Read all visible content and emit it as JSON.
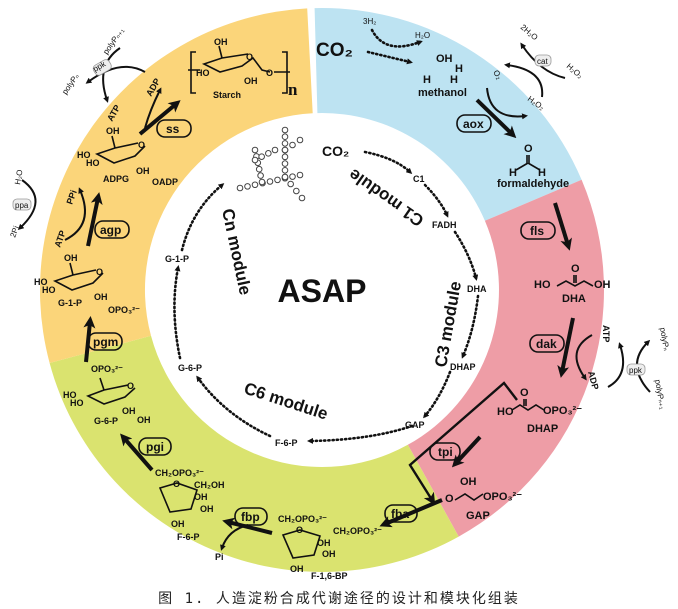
{
  "colors": {
    "c1": "#bde3f2",
    "c3": "#ee9da6",
    "c6": "#dae36f",
    "cn": "#fbd57a",
    "co2": "#e01010"
  },
  "center_title": "ASAP",
  "modules": {
    "c1": "C1 module",
    "c3": "C3 module",
    "c6": "C6 module",
    "cn": "Cn module"
  },
  "inner": {
    "co2": "CO₂",
    "c1": "C1",
    "fadh": "FADH",
    "dha": "DHA",
    "dhap": "DHAP",
    "gap": "GAP",
    "f6p": "F-6-P",
    "g6p": "G-6-P",
    "g1p": "G-1-P"
  },
  "c1_band": {
    "co2": "CO₂",
    "h2": "3H₂",
    "h2o": "H₂O",
    "methanol": {
      "oh": "OH",
      "h1": "H",
      "h2": "H",
      "h3": "H",
      "name": "methanol"
    },
    "enzyme_aox": "aox",
    "o2": "O₂",
    "h2o2_a": "H₂O₂",
    "enzyme_cat": "cat",
    "h2o_2": "2H₂O",
    "h2o2_b": "H₂O₂",
    "formaldehyde": {
      "o": "O",
      "h1": "H",
      "h2": "H",
      "name": "formaldehyde"
    }
  },
  "c3_band": {
    "enzyme_fls": "fls",
    "dha": {
      "o": "O",
      "ho": "HO",
      "oh": "OH",
      "name": "DHA"
    },
    "enzyme_dak": "dak",
    "atp": "ATP",
    "adp": "ADP",
    "enzyme_ppk": "ppk",
    "polyp_n": "polyPₙ",
    "polyp_n1": "polyPₙ₊₁",
    "dhap": {
      "o": "O",
      "ho": "HO",
      "opo3": "OPO₃²⁻",
      "name": "DHAP"
    },
    "enzyme_tpi": "tpi",
    "gap": {
      "oh": "OH",
      "o": "O",
      "opo3": "OPO₃²⁻",
      "name": "GAP"
    }
  },
  "c6_band": {
    "enzyme_fba": "fba",
    "f16bp": {
      "ch2opo3_a": "CH₂OPO₃²⁻",
      "ch2opo3_b": "CH₂OPO₃²⁻",
      "o": "O",
      "oh1": "OH",
      "oh2": "OH",
      "oh3": "OH",
      "name": "F-1,6-BP"
    },
    "enzyme_fbp": "fbp",
    "pi": "Pi",
    "f6p": {
      "ch2opo3": "CH₂OPO₃²⁻",
      "ch2oh": "CH₂OH",
      "o": "O",
      "oh1": "OH",
      "oh2": "OH",
      "oh3": "OH",
      "name": "F-6-P"
    },
    "enzyme_pgi": "pgi",
    "g6p": {
      "opo3": "OPO₃²⁻",
      "o": "O",
      "ho1": "HO",
      "ho2": "HO",
      "oh1": "OH",
      "oh2": "OH",
      "name": "G-6-P"
    }
  },
  "cn_band": {
    "enzyme_pgm": "pgm",
    "g1p": {
      "oh": "OH",
      "o": "O",
      "ho1": "HO",
      "ho2": "HO",
      "oh2": "OH",
      "opo3": "OPO₃²⁻",
      "name": "G-1-P"
    },
    "enzyme_agp": "agp",
    "atp": "ATP",
    "ppi": "PPi",
    "enzyme_ppa": "ppa",
    "h2o": "H₂O",
    "pi2": "2Pi",
    "adpg": {
      "oh": "OH",
      "o": "O",
      "ho1": "HO",
      "ho2": "HO",
      "oh2": "OH",
      "oadp": "OADP",
      "name": "ADPG"
    },
    "enzyme_ss": "ss",
    "atp2": "ATP",
    "adp": "ADP",
    "enzyme_ppk": "ppk",
    "polyp_n": "polyPₙ",
    "polyp_n1": "polyPₙ₊₁",
    "starch": {
      "oh1": "OH",
      "o": "O",
      "ho": "HO",
      "oh2": "OH",
      "o2": "O",
      "name": "Starch",
      "n": "n"
    }
  },
  "caption": "图 1. 人造淀粉合成代谢途径的设计和模块化组装"
}
